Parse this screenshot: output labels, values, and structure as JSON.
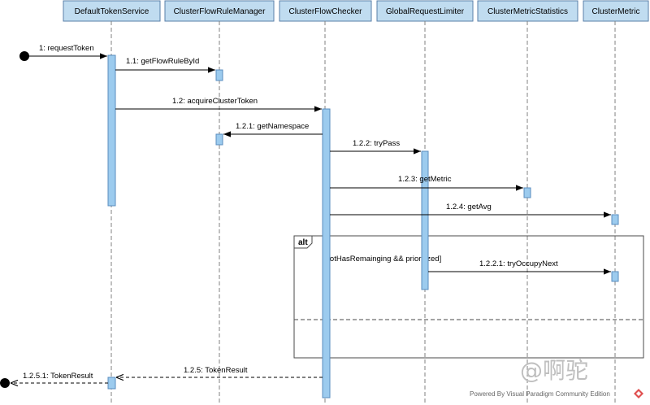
{
  "participants": [
    {
      "id": "dts",
      "name": "DefaultTokenService"
    },
    {
      "id": "cfrm",
      "name": "ClusterFlowRuleManager"
    },
    {
      "id": "cfc",
      "name": "ClusterFlowChecker"
    },
    {
      "id": "grl",
      "name": "GlobalRequestLimiter"
    },
    {
      "id": "cms",
      "name": "ClusterMetricStatistics"
    },
    {
      "id": "cm",
      "name": "ClusterMetric"
    }
  ],
  "messages": [
    {
      "label": "1: requestToken"
    },
    {
      "label": "1.1: getFlowRuleById"
    },
    {
      "label": "1.2: acquireClusterToken"
    },
    {
      "label": "1.2.1: getNamespace"
    },
    {
      "label": "1.2.2: tryPass"
    },
    {
      "label": "1.2.3: getMetric"
    },
    {
      "label": "1.2.4: getAvg"
    },
    {
      "label": "1.2.2.1: tryOccupyNext"
    },
    {
      "label": "1.2.5: TokenResult"
    },
    {
      "label": "1.2.5.1: TokenResult"
    }
  ],
  "fragment": {
    "operator": "alt",
    "guard": "[notHasRemainging && prioritized]"
  },
  "footer": {
    "watermark": "Powered By  Visual Paradigm Community Edition",
    "logo_text": "@啊驼"
  }
}
